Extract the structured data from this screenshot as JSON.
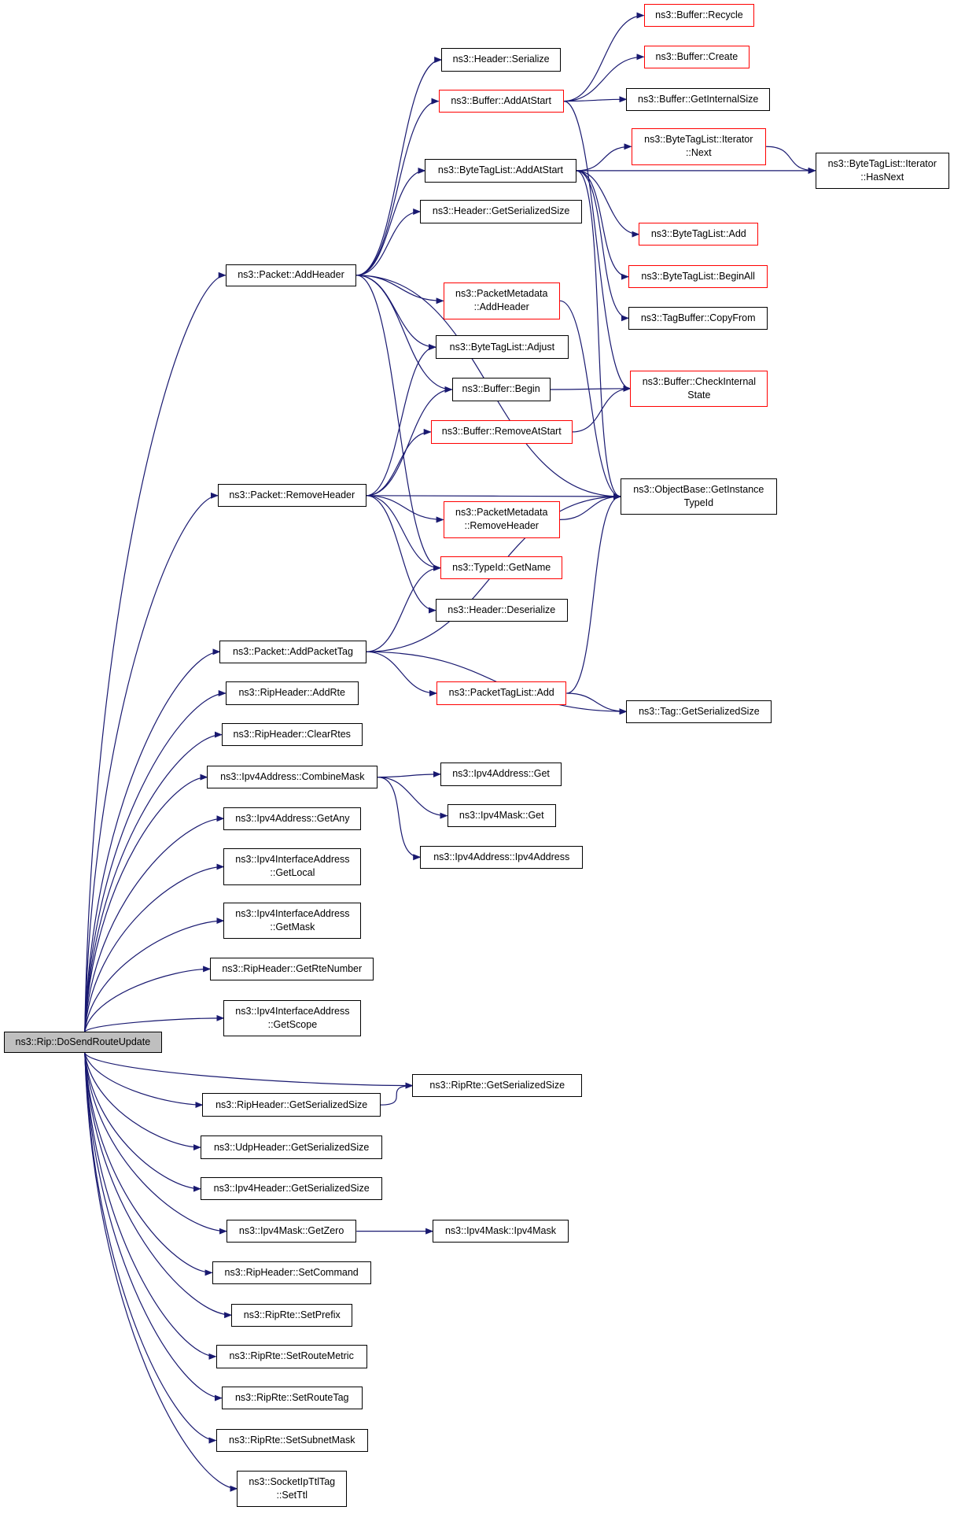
{
  "colors": {
    "edge": "#191970",
    "border_default": "#000000",
    "border_truncated": "#ff0000",
    "root_fill": "#bfbfbf"
  },
  "nodes": [
    {
      "id": "root",
      "label": "ns3::Rip::DoSendRouteUpdate",
      "style": "root"
    },
    {
      "id": "pkt_addheader",
      "label": "ns3::Packet::AddHeader",
      "style": "black"
    },
    {
      "id": "pkt_removeheader",
      "label": "ns3::Packet::RemoveHeader",
      "style": "black"
    },
    {
      "id": "pkt_addpackettag",
      "label": "ns3::Packet::AddPacketTag",
      "style": "black"
    },
    {
      "id": "riph_addrte",
      "label": "ns3::RipHeader::AddRte",
      "style": "black"
    },
    {
      "id": "riph_clearrtes",
      "label": "ns3::RipHeader::ClearRtes",
      "style": "black"
    },
    {
      "id": "ipv4a_combinemask",
      "label": "ns3::Ipv4Address::CombineMask",
      "style": "black"
    },
    {
      "id": "ipv4a_getany",
      "label": "ns3::Ipv4Address::GetAny",
      "style": "black"
    },
    {
      "id": "ipv4ia_getlocal",
      "label": "ns3::Ipv4InterfaceAddress\n::GetLocal",
      "style": "black"
    },
    {
      "id": "ipv4ia_getmask",
      "label": "ns3::Ipv4InterfaceAddress\n::GetMask",
      "style": "black"
    },
    {
      "id": "riph_getrtenumber",
      "label": "ns3::RipHeader::GetRteNumber",
      "style": "black"
    },
    {
      "id": "ipv4ia_getscope",
      "label": "ns3::Ipv4InterfaceAddress\n::GetScope",
      "style": "black"
    },
    {
      "id": "riph_getserializedsize",
      "label": "ns3::RipHeader::GetSerializedSize",
      "style": "black"
    },
    {
      "id": "udph_getserializedsize",
      "label": "ns3::UdpHeader::GetSerializedSize",
      "style": "black"
    },
    {
      "id": "ipv4h_getserializedsize",
      "label": "ns3::Ipv4Header::GetSerializedSize",
      "style": "black"
    },
    {
      "id": "ipv4m_getzero",
      "label": "ns3::Ipv4Mask::GetZero",
      "style": "black"
    },
    {
      "id": "riph_setcommand",
      "label": "ns3::RipHeader::SetCommand",
      "style": "black"
    },
    {
      "id": "riprte_setprefix",
      "label": "ns3::RipRte::SetPrefix",
      "style": "black"
    },
    {
      "id": "riprte_setroutemetric",
      "label": "ns3::RipRte::SetRouteMetric",
      "style": "black"
    },
    {
      "id": "riprte_setroutetag",
      "label": "ns3::RipRte::SetRouteTag",
      "style": "black"
    },
    {
      "id": "riprte_setsubnetmask",
      "label": "ns3::RipRte::SetSubnetMask",
      "style": "black"
    },
    {
      "id": "socketipttltag_setttl",
      "label": "ns3::SocketIpTtlTag\n::SetTtl",
      "style": "black"
    },
    {
      "id": "header_serialize",
      "label": "ns3::Header::Serialize",
      "style": "black"
    },
    {
      "id": "buffer_addatstart",
      "label": "ns3::Buffer::AddAtStart",
      "style": "red"
    },
    {
      "id": "bytetaglist_addatstart",
      "label": "ns3::ByteTagList::AddAtStart",
      "style": "black"
    },
    {
      "id": "header_getserializedsize",
      "label": "ns3::Header::GetSerializedSize",
      "style": "black"
    },
    {
      "id": "pktmeta_addheader",
      "label": "ns3::PacketMetadata\n::AddHeader",
      "style": "red"
    },
    {
      "id": "bytetaglist_adjust",
      "label": "ns3::ByteTagList::Adjust",
      "style": "black"
    },
    {
      "id": "buffer_begin",
      "label": "ns3::Buffer::Begin",
      "style": "black"
    },
    {
      "id": "buffer_removeatstart",
      "label": "ns3::Buffer::RemoveAtStart",
      "style": "red"
    },
    {
      "id": "pktmeta_removeheader",
      "label": "ns3::PacketMetadata\n::RemoveHeader",
      "style": "red"
    },
    {
      "id": "typeid_getname",
      "label": "ns3::TypeId::GetName",
      "style": "red"
    },
    {
      "id": "header_deserialize",
      "label": "ns3::Header::Deserialize",
      "style": "black"
    },
    {
      "id": "packettaglist_add",
      "label": "ns3::PacketTagList::Add",
      "style": "red"
    },
    {
      "id": "ipv4a_get",
      "label": "ns3::Ipv4Address::Get",
      "style": "black"
    },
    {
      "id": "ipv4m_get",
      "label": "ns3::Ipv4Mask::Get",
      "style": "black"
    },
    {
      "id": "ipv4a_ipv4address",
      "label": "ns3::Ipv4Address::Ipv4Address",
      "style": "black"
    },
    {
      "id": "riprte_getserializedsize",
      "label": "ns3::RipRte::GetSerializedSize",
      "style": "black"
    },
    {
      "id": "ipv4m_ipv4mask",
      "label": "ns3::Ipv4Mask::Ipv4Mask",
      "style": "black"
    },
    {
      "id": "buffer_recycle",
      "label": "ns3::Buffer::Recycle",
      "style": "red"
    },
    {
      "id": "buffer_create",
      "label": "ns3::Buffer::Create",
      "style": "red"
    },
    {
      "id": "buffer_getinternalsize",
      "label": "ns3::Buffer::GetInternalSize",
      "style": "black"
    },
    {
      "id": "bytetaglist_iter_next",
      "label": "ns3::ByteTagList::Iterator\n::Next",
      "style": "red"
    },
    {
      "id": "bytetaglist_add",
      "label": "ns3::ByteTagList::Add",
      "style": "red"
    },
    {
      "id": "bytetaglist_beginall",
      "label": "ns3::ByteTagList::BeginAll",
      "style": "red"
    },
    {
      "id": "tagbuffer_copyfrom",
      "label": "ns3::TagBuffer::CopyFrom",
      "style": "black"
    },
    {
      "id": "buffer_checkinternalstate",
      "label": "ns3::Buffer::CheckInternal\nState",
      "style": "red"
    },
    {
      "id": "objectbase_getinstancetypeid",
      "label": "ns3::ObjectBase::GetInstance\nTypeId",
      "style": "black"
    },
    {
      "id": "tag_getserializedsize",
      "label": "ns3::Tag::GetSerializedSize",
      "style": "black"
    },
    {
      "id": "bytetaglist_iter_hasnext",
      "label": "ns3::ByteTagList::Iterator\n::HasNext",
      "style": "black"
    }
  ],
  "edges": [
    [
      "root",
      "pkt_addheader"
    ],
    [
      "root",
      "pkt_removeheader"
    ],
    [
      "root",
      "pkt_addpackettag"
    ],
    [
      "root",
      "riph_addrte"
    ],
    [
      "root",
      "riph_clearrtes"
    ],
    [
      "root",
      "ipv4a_combinemask"
    ],
    [
      "root",
      "ipv4a_getany"
    ],
    [
      "root",
      "ipv4ia_getlocal"
    ],
    [
      "root",
      "ipv4ia_getmask"
    ],
    [
      "root",
      "riph_getrtenumber"
    ],
    [
      "root",
      "ipv4ia_getscope"
    ],
    [
      "root",
      "riprte_getserializedsize"
    ],
    [
      "root",
      "riph_getserializedsize"
    ],
    [
      "root",
      "udph_getserializedsize"
    ],
    [
      "root",
      "ipv4h_getserializedsize"
    ],
    [
      "root",
      "ipv4m_getzero"
    ],
    [
      "root",
      "riph_setcommand"
    ],
    [
      "root",
      "riprte_setprefix"
    ],
    [
      "root",
      "riprte_setroutemetric"
    ],
    [
      "root",
      "riprte_setroutetag"
    ],
    [
      "root",
      "riprte_setsubnetmask"
    ],
    [
      "root",
      "socketipttltag_setttl"
    ],
    [
      "pkt_addheader",
      "header_serialize"
    ],
    [
      "pkt_addheader",
      "buffer_addatstart"
    ],
    [
      "pkt_addheader",
      "bytetaglist_addatstart"
    ],
    [
      "pkt_addheader",
      "header_getserializedsize"
    ],
    [
      "pkt_addheader",
      "pktmeta_addheader"
    ],
    [
      "pkt_addheader",
      "bytetaglist_adjust"
    ],
    [
      "pkt_addheader",
      "buffer_begin"
    ],
    [
      "pkt_addheader",
      "typeid_getname"
    ],
    [
      "pkt_addheader",
      "objectbase_getinstancetypeid"
    ],
    [
      "pkt_removeheader",
      "bytetaglist_adjust"
    ],
    [
      "pkt_removeheader",
      "buffer_begin"
    ],
    [
      "pkt_removeheader",
      "buffer_removeatstart"
    ],
    [
      "pkt_removeheader",
      "objectbase_getinstancetypeid"
    ],
    [
      "pkt_removeheader",
      "pktmeta_removeheader"
    ],
    [
      "pkt_removeheader",
      "typeid_getname"
    ],
    [
      "pkt_removeheader",
      "header_deserialize"
    ],
    [
      "pkt_addpackettag",
      "typeid_getname"
    ],
    [
      "pkt_addpackettag",
      "objectbase_getinstancetypeid"
    ],
    [
      "pkt_addpackettag",
      "packettaglist_add"
    ],
    [
      "pkt_addpackettag",
      "tag_getserializedsize"
    ],
    [
      "buffer_addatstart",
      "buffer_recycle"
    ],
    [
      "buffer_addatstart",
      "buffer_create"
    ],
    [
      "buffer_addatstart",
      "buffer_getinternalsize"
    ],
    [
      "buffer_addatstart",
      "buffer_checkinternalstate"
    ],
    [
      "bytetaglist_addatstart",
      "bytetaglist_iter_next"
    ],
    [
      "bytetaglist_addatstart",
      "bytetaglist_iter_hasnext"
    ],
    [
      "bytetaglist_addatstart",
      "bytetaglist_add"
    ],
    [
      "bytetaglist_addatstart",
      "bytetaglist_beginall"
    ],
    [
      "bytetaglist_addatstart",
      "tagbuffer_copyfrom"
    ],
    [
      "bytetaglist_addatstart",
      "objectbase_getinstancetypeid"
    ],
    [
      "bytetaglist_iter_next",
      "bytetaglist_iter_hasnext"
    ],
    [
      "pktmeta_addheader",
      "objectbase_getinstancetypeid"
    ],
    [
      "buffer_begin",
      "buffer_checkinternalstate"
    ],
    [
      "buffer_removeatstart",
      "buffer_checkinternalstate"
    ],
    [
      "pktmeta_removeheader",
      "objectbase_getinstancetypeid"
    ],
    [
      "packettaglist_add",
      "objectbase_getinstancetypeid"
    ],
    [
      "packettaglist_add",
      "tag_getserializedsize"
    ],
    [
      "ipv4a_combinemask",
      "ipv4a_get"
    ],
    [
      "ipv4a_combinemask",
      "ipv4m_get"
    ],
    [
      "ipv4a_combinemask",
      "ipv4a_ipv4address"
    ],
    [
      "riph_getserializedsize",
      "riprte_getserializedsize"
    ],
    [
      "ipv4m_getzero",
      "ipv4m_ipv4mask"
    ]
  ]
}
